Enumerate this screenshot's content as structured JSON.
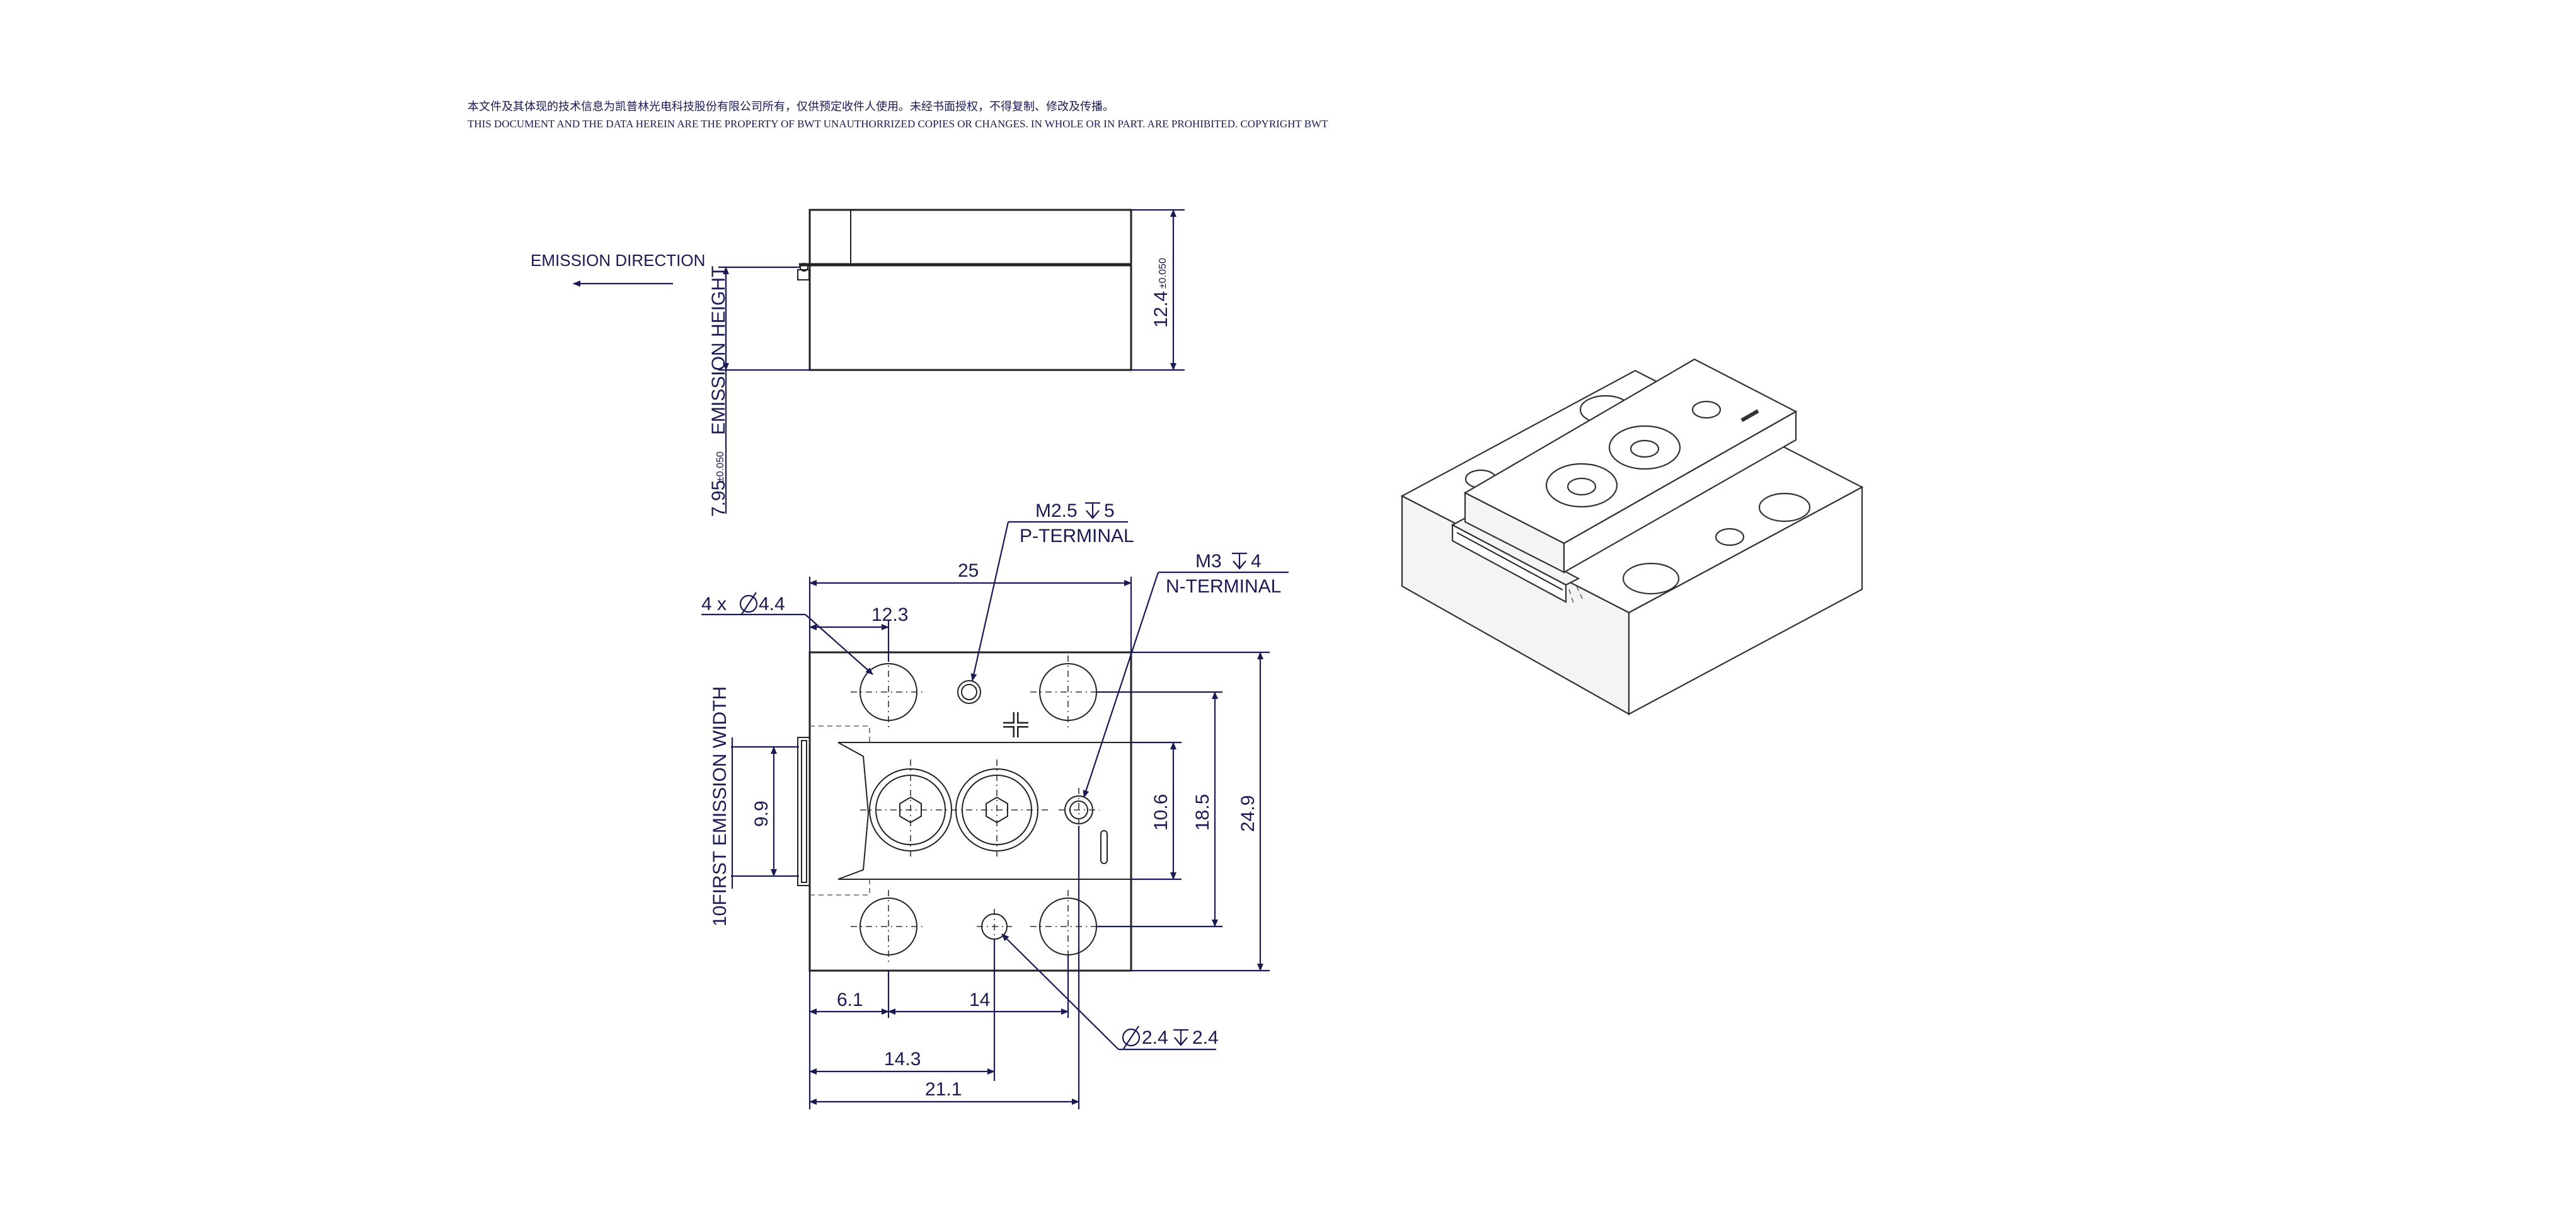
{
  "notice": {
    "chinese": "本文件及其体现的技术信息为凯普林光电科技股份有限公司所有，仅供预定收件人使用。未经书面授权，不得复制、修改及传播。",
    "english": "THIS DOCUMENT AND THE DATA HEREIN ARE THE PROPERTY OF BWT UNAUTHORRIZED COPIES OR CHANGES. IN WHOLE OR IN PART.  ARE PROHIBITED. COPYRIGHT BWT"
  },
  "side_view": {
    "emission_direction": "EMISSION DIRECTION",
    "emission_height_value": "7.95",
    "emission_height_tol": "±0.050",
    "emission_height_label": "EMISSION HEIGHT",
    "total_height_value": "12.4",
    "total_height_tol": "±0.050"
  },
  "top_view": {
    "p_thread": "M2.5",
    "p_depth": "5",
    "p_terminal": "P-TERMINAL",
    "n_thread": "M3",
    "n_depth": "4",
    "n_terminal": "N-TERMINAL",
    "holes_count": "4 x",
    "holes_dia": "4.4",
    "width_total": "25",
    "hole_x_pitch": "12.3",
    "height_total": "24.9",
    "hole_y_pitch": "18.5",
    "center_band": "10.6",
    "emission_width_value": "9.9",
    "emission_label": "10FIRST EMISSION WIDTH",
    "dim_6_1": "6.1",
    "dim_14": "14",
    "dim_14_3": "14.3",
    "dim_21_1": "21.1",
    "small_hole_dia": "2.4",
    "small_hole_depth": "2.4"
  }
}
